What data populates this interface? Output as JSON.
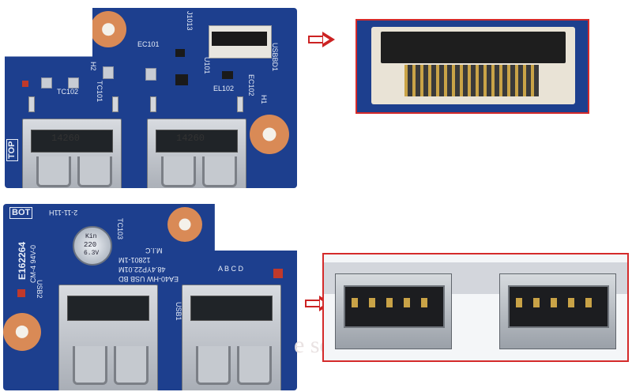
{
  "top_board": {
    "labels": {
      "ec101": "EC101",
      "j1013": "J1013",
      "u101": "U101",
      "usbbd1": "USBBD1",
      "ec102": "EC102",
      "h1": "H1",
      "h2": "H2",
      "tc101": "TC101",
      "tc102": "TC102",
      "el102": "EL102",
      "top": "TOP",
      "port_left_marking": "14260",
      "port_right_marking": "14260"
    }
  },
  "bottom_board": {
    "labels": {
      "bot": "BOT",
      "h_codes": "2-11-11H",
      "tc103": "TC103",
      "usb2": "USB2",
      "usb1": "USB1",
      "board_name": "EA40-HW USB BD",
      "board_num": "48.4YP22.01M",
      "board_rev": "12801-1M",
      "mic": "M.I.C",
      "abcd": "A B C D",
      "serial": "E162264",
      "rating": "CM-4 94V-0",
      "cap_top": "Kin",
      "cap_mid": "220",
      "cap_bot": "6.3V"
    }
  },
  "watermark": {
    "line": "e servicos ltda"
  },
  "colors": {
    "pcb": "#1d3f8e",
    "pad": "#d98a56",
    "frame": "#d42a2a"
  }
}
